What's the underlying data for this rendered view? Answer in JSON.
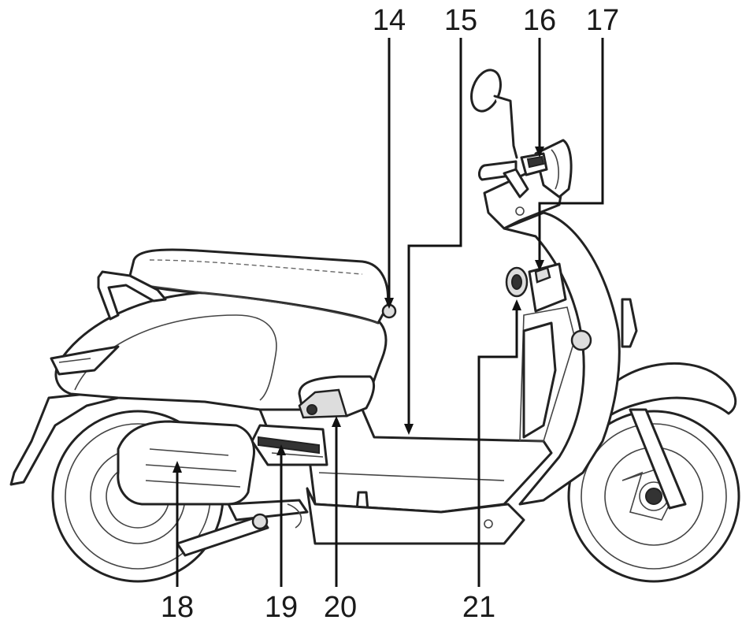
{
  "callouts": [
    {
      "id": "14",
      "label": "14"
    },
    {
      "id": "15",
      "label": "15"
    },
    {
      "id": "16",
      "label": "16"
    },
    {
      "id": "17",
      "label": "17"
    },
    {
      "id": "18",
      "label": "18"
    },
    {
      "id": "19",
      "label": "19"
    },
    {
      "id": "20",
      "label": "20"
    },
    {
      "id": "21",
      "label": "21"
    }
  ],
  "colors": {
    "line": "#222222",
    "background": "#ffffff",
    "text": "#1a1a1a"
  }
}
